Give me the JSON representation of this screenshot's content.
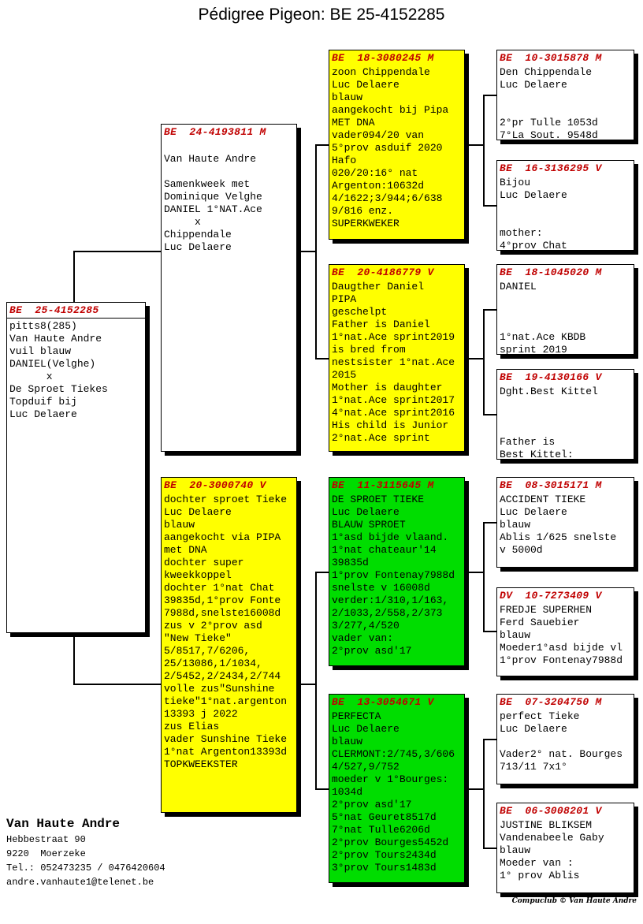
{
  "title": "Pédigree Pigeon: BE  25-4152285",
  "colors": {
    "box_white": "#ffffff",
    "box_yellow": "#ffff00",
    "box_green": "#00dd00",
    "ring_red": "#c00000",
    "shadow": "#000000"
  },
  "boxes": {
    "root": {
      "ring": "BE  25-4152285",
      "body": "pitts8(285)\nVan Haute Andre\nvuil blauw\nDANIEL(Velghe)\n      x\nDe Sproet Tiekes\nTopduif bij\nLuc Delaere"
    },
    "sire": {
      "ring": "BE  24-4193811 M",
      "body": "\nVan Haute Andre\n\nSamenkweek met\nDominique Velghe\nDANIEL 1°NAT.Ace\n     x\nChippendale\nLuc Delaere"
    },
    "dam": {
      "ring": "BE  20-3000740 V",
      "body": "dochter sproet Tieke\nLuc Delaere\nblauw\naangekocht via PIPA\nmet DNA\ndochter super\nkweekkoppel\ndochter 1°nat Chat\n39835d,1°prov Fonte\n7988d,snelste16008d\nzus v 2°prov asd\n\"New Tieke\"\n5/8517,7/6206,\n25/13086,1/1034,\n2/5452,2/2434,2/744\nvolle zus\"Sunshine\ntieke\"1°nat.argenton\n13393 j 2022\nzus Elias\nvader Sunshine Tieke\n1°nat Argenton13393d\nTOPKWEEKSTER"
    },
    "ss": {
      "ring": "BE  18-3080245 M",
      "body": "zoon Chippendale\nLuc Delaere\nblauw\naangekocht bij Pipa\nMET DNA\nvader094/20 van\n5°prov asduif 2020\nHafo\n020/20:16° nat\nArgenton:10632d\n4/1622;3/944;6/638\n9/816 enz.\nSUPERKWEKER"
    },
    "sd": {
      "ring": "BE  20-4186779 V",
      "body": "Daugther Daniel\nPIPA\ngeschelpt\nFather is Daniel\n1°nat.Ace sprint2019\nis bred from\nnestsister 1°nat.Ace\n2015\nMother is daughter\n1°nat.Ace sprint2017\n4°nat.Ace sprint2016\nHis child is Junior\n2°nat.Ace sprint"
    },
    "ds": {
      "ring": "BE  11-3115645 M",
      "body": "DE SPROET TIEKE\nLuc Delaere\nBLAUW SPROET\n1°asd bijde vlaand.\n1°nat chateaur'14\n39835d\n1°prov Fontenay7988d\nsnelste v 16008d\nverder:1/310,1/163,\n2/1033,2/558,2/373\n3/277,4/520\nvader van:\n2°prov asd'17"
    },
    "dd": {
      "ring": "BE  13-3054671 V",
      "body": "PERFECTA\nLuc Delaere\nblauw\nCLERMONT:2/745,3/606\n4/527,9/752\nmoeder v 1°Bourges:\n1034d\n2°prov asd'17\n5°nat Geuret8517d\n7°nat Tulle6206d\n2°prov Bourges5452d\n2°prov Tours2434d\n3°prov Tours1483d"
    },
    "sss": {
      "ring": "BE  10-3015878 M",
      "body": "Den Chippendale\nLuc Delaere\n\n\n2°pr Tulle 1053d\n7°La Sout. 9548d"
    },
    "ssd": {
      "ring": "BE  16-3136295 V",
      "body": "Bijou\nLuc Delaere\n\n\nmother:\n4°prov Chat"
    },
    "sds": {
      "ring": "BE  18-1045020 M",
      "body": "DANIEL\n\n\n\n1°nat.Ace KBDB\nsprint 2019"
    },
    "sdd": {
      "ring": "BE  19-4130166 V",
      "body": "Dght.Best Kittel\n\n\n\nFather is\nBest Kittel:"
    },
    "dss": {
      "ring": "BE  08-3015171 M",
      "body": "ACCIDENT TIEKE\nLuc Delaere\nblauw\nAblis 1/625 snelste\nv 5000d"
    },
    "dsd": {
      "ring": "DV  10-7273409 V",
      "body": "FREDJE SUPERHEN\nFerd Sauebier\nblauw\nMoeder1°asd bijde vl\n1°prov Fontenay7988d"
    },
    "dds": {
      "ring": "BE  07-3204750 M",
      "body": "perfect Tieke\nLuc Delaere\n\nVader2° nat. Bourges\n713/11 7x1°"
    },
    "ddd": {
      "ring": "BE  06-3008201 V",
      "body": "JUSTINE BLIKSEM\nVandenabeele Gaby\nblauw\nMoeder van :\n1° prov Ablis"
    }
  },
  "owner": {
    "name": "Van Haute Andre",
    "address1": "Hebbestraat 90",
    "address2": "9220  Moerzeke",
    "phone": "Tel.: 052473235 / 0476420604",
    "email": "andre.vanhaute1@telenet.be"
  },
  "footer": "Compuclub © Van Haute Andre"
}
